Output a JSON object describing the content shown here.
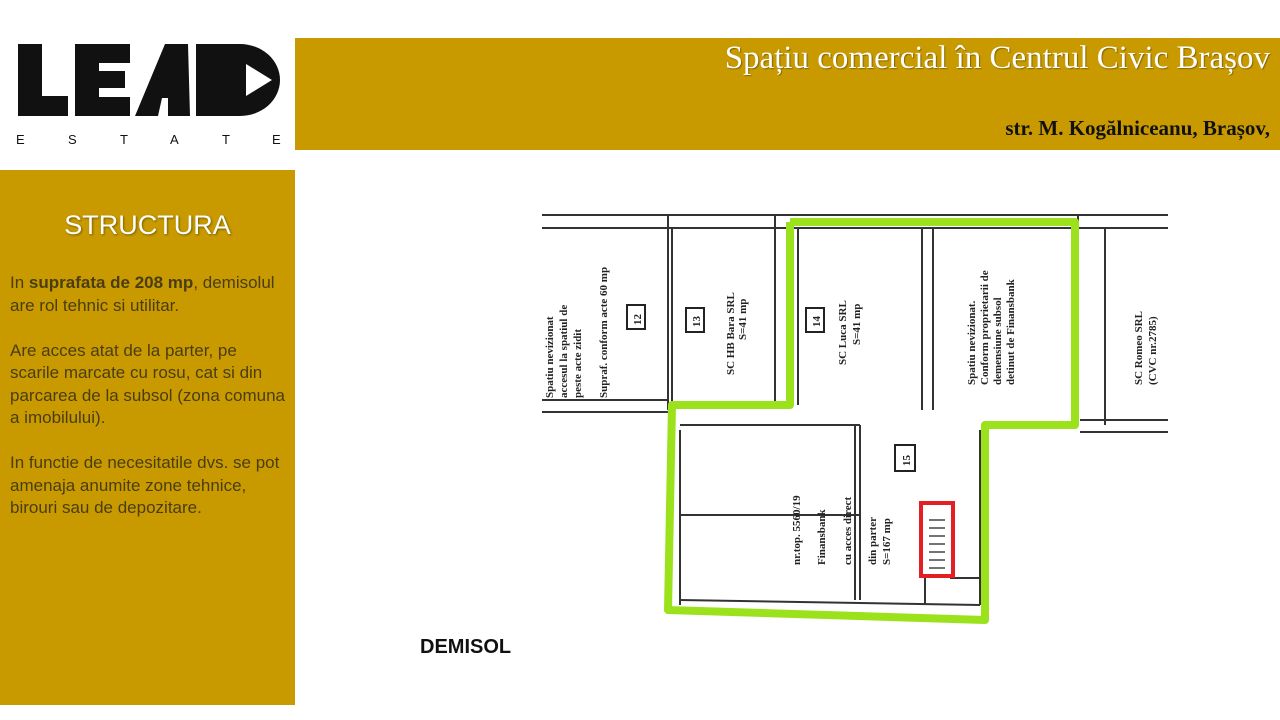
{
  "logo": {
    "main": "LEAD",
    "sub": "E S T A T E"
  },
  "header": {
    "title": "Spațiu comercial în Centrul Civic Brașov",
    "subtitle": "str. M. Kogălniceanu, Brașov,"
  },
  "panel": {
    "heading": "STRUCTURA",
    "p1_pre": "In ",
    "p1_bold": "suprafata de 208 mp",
    "p1_post": ", demisolul are rol tehnic si utilitar.",
    "p2": "Are acces atat de la parter, pe scarile marcate cu rosu, cat si din parcarea de la subsol (zona comuna a imobilului).",
    "p3": "In functie de necesitatile dvs. se pot amenaja anumite zone tehnice, birouri sau de depozitare."
  },
  "plan": {
    "caption": "DEMISOL",
    "rooms": {
      "r12": "12",
      "r13": "13",
      "r14": "14",
      "r15": "15"
    },
    "labels": {
      "r12_a": "Spatiu nevizionat",
      "r12_b": "accesul la spatiul de",
      "r12_c": "peste acte zidit",
      "r12_d": "Supraf. conform acte 60 mp",
      "r13_a": "SC HB Bara SRL",
      "r13_b": "S=41 mp",
      "r14_a": "SC Luca SRL",
      "r14_b": "S=41 mp",
      "rx_a": "Spatiu nevizionat.",
      "rx_b": "Conform proprietarii de",
      "rx_c": "demensiune subsol",
      "rx_d": "detinut de Finansbank",
      "rr_a": "SC Romeo SRL",
      "rr_b": "(CVC nr.2785)",
      "r15_a": "nr.top. 5560/19",
      "r15_b": "Finansbank",
      "r15_c": "cu acces direct",
      "r15_d": "din parter",
      "r15_e": "S=167 mp"
    },
    "highlight_color": "#9BE21C",
    "stairs_color": "#E31E24"
  },
  "colors": {
    "brand": "#C89A00"
  }
}
